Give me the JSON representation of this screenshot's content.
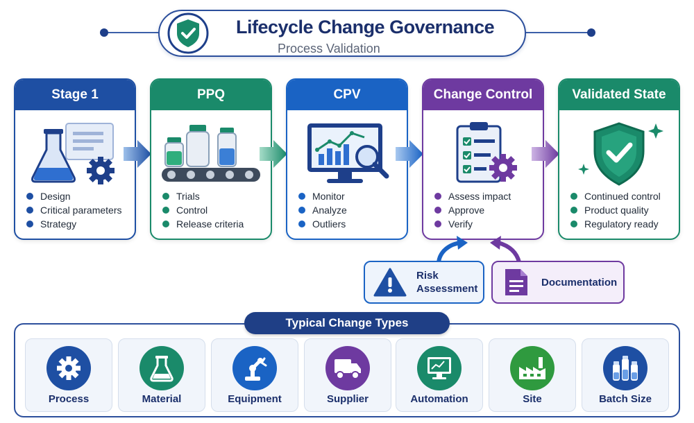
{
  "header": {
    "title": "Lifecycle Change Governance",
    "subtitle": "Process Validation",
    "icon": "shield-check-icon"
  },
  "stages": [
    {
      "title": "Stage 1",
      "icon": "flask-gear-icon",
      "color": "#1e4fa3",
      "items": [
        "Design",
        "Critical parameters",
        "Strategy"
      ]
    },
    {
      "title": "PPQ",
      "icon": "vials-conveyor-icon",
      "color": "#1a8a6a",
      "items": [
        "Trials",
        "Control",
        "Release criteria"
      ]
    },
    {
      "title": "CPV",
      "icon": "monitor-chart-icon",
      "color": "#1a63c4",
      "items": [
        "Monitor",
        "Analyze",
        "Outliers"
      ]
    },
    {
      "title": "Change Control",
      "icon": "clipboard-gear-icon",
      "color": "#6e3aa0",
      "items": [
        "Assess impact",
        "Approve",
        "Verify"
      ]
    },
    {
      "title": "Validated State",
      "icon": "shield-check-icon",
      "color": "#1a8a6a",
      "items": [
        "Continued control",
        "Product quality",
        "Regulatory ready"
      ]
    }
  ],
  "inputs": [
    {
      "label_line1": "Risk",
      "label_line2": "Assessment",
      "icon": "warning-icon",
      "color": "#1a63c4"
    },
    {
      "label": "Documentation",
      "icon": "document-icon",
      "color": "#6e3aa0"
    }
  ],
  "change_types": {
    "title": "Typical Change Types",
    "items": [
      {
        "label": "Process",
        "icon": "gear-icon",
        "color": "#1e4fa3"
      },
      {
        "label": "Material",
        "icon": "flask-icon",
        "color": "#1a8a6a"
      },
      {
        "label": "Equipment",
        "icon": "robot-arm-icon",
        "color": "#1a63c4"
      },
      {
        "label": "Supplier",
        "icon": "truck-icon",
        "color": "#6e3aa0"
      },
      {
        "label": "Automation",
        "icon": "monitor-icon",
        "color": "#1a8a6a"
      },
      {
        "label": "Site",
        "icon": "factory-icon",
        "color": "#2f9a3f"
      },
      {
        "label": "Batch Size",
        "icon": "vials-icon",
        "color": "#1e4fa3"
      }
    ]
  }
}
